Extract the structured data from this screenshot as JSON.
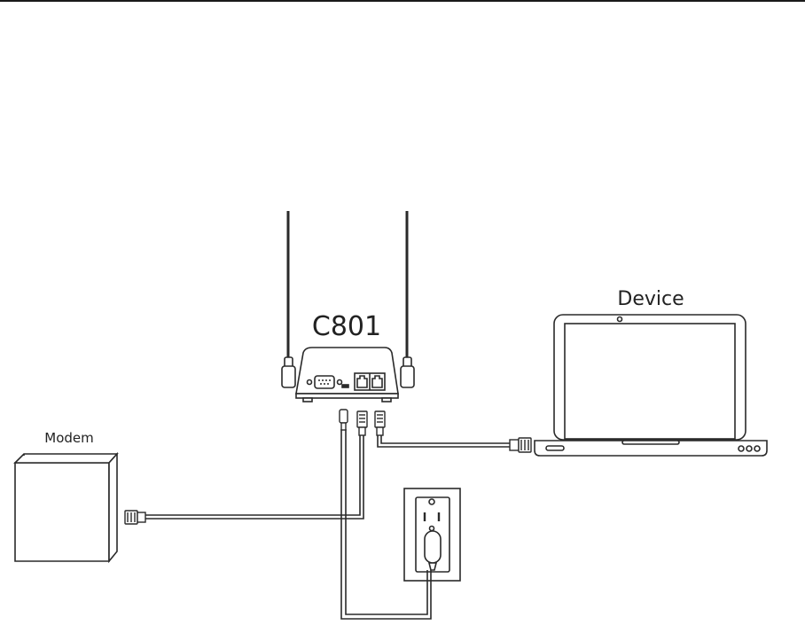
{
  "labels": {
    "router": "C801",
    "device": "Device",
    "modem": "Modem"
  },
  "colors": {
    "line": "#2a2a2a",
    "fill": "#ffffff",
    "shade": "#e6e6e6"
  }
}
